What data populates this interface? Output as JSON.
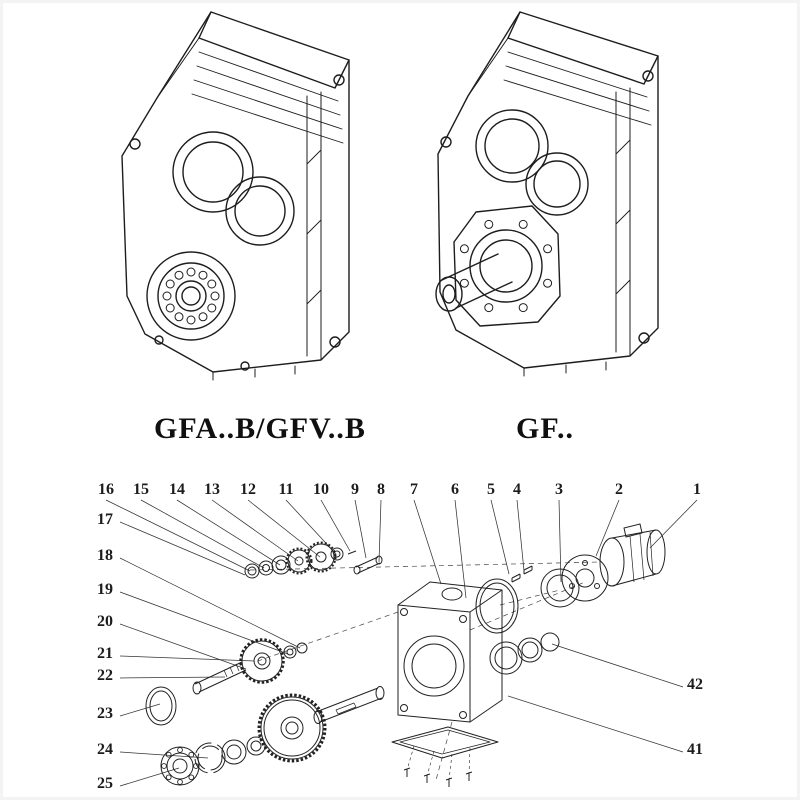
{
  "models": [
    {
      "label": "GFA..B/GFV..B"
    },
    {
      "label": "GF.."
    }
  ],
  "exploded": {
    "top_row": [
      "16",
      "15",
      "14",
      "13",
      "12",
      "11",
      "10",
      "9",
      "8",
      "7",
      "6",
      "5",
      "4",
      "3",
      "2",
      "1"
    ],
    "left_column": [
      "17",
      "18",
      "19",
      "20",
      "21",
      "22",
      "23",
      "24",
      "25"
    ],
    "right_column": [
      "42",
      "41"
    ]
  }
}
